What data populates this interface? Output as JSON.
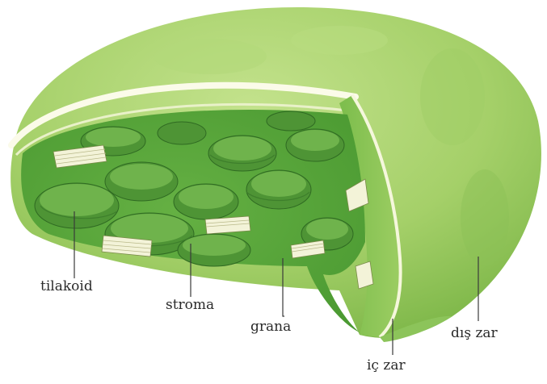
{
  "diagram": {
    "labels": {
      "thylakoid": "tilakoid",
      "stroma": "stroma",
      "granum": "grana",
      "inner_membrane": "iç zar",
      "outer_membrane": "dış zar"
    },
    "colors": {
      "outer_light": "#b6d97a",
      "outer_mid": "#95c95a",
      "outer_dark": "#6fae3e",
      "stroma": "#5aa83a",
      "disc_dark": "#3e7f2c",
      "disc_mid": "#4e9435",
      "disc_top": "#6fb34c",
      "stack_face": "#f3f3d8",
      "membrane_edge": "#fbfbe9",
      "inner_wall": "#86c04f"
    }
  }
}
